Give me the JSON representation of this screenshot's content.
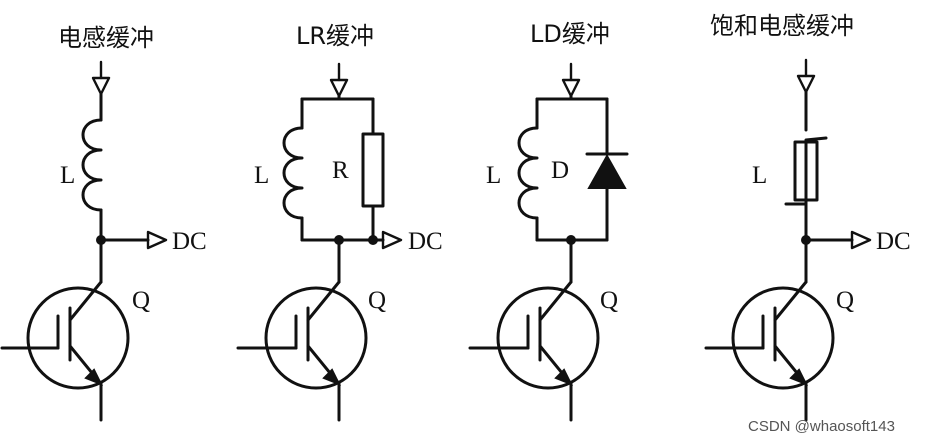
{
  "circuits": [
    {
      "title": "电感缓冲",
      "inductor": "L",
      "output": "DC",
      "transistor": "Q"
    },
    {
      "title": "LR缓冲",
      "inductor": "L",
      "resistor": "R",
      "output": "DC",
      "transistor": "Q"
    },
    {
      "title": "LD缓冲",
      "inductor": "L",
      "diode": "D",
      "transistor": "Q"
    },
    {
      "title": "饱和电感缓冲",
      "inductor": "L",
      "output": "DC",
      "transistor": "Q"
    }
  ],
  "watermark": "CSDN @whaosoft143"
}
